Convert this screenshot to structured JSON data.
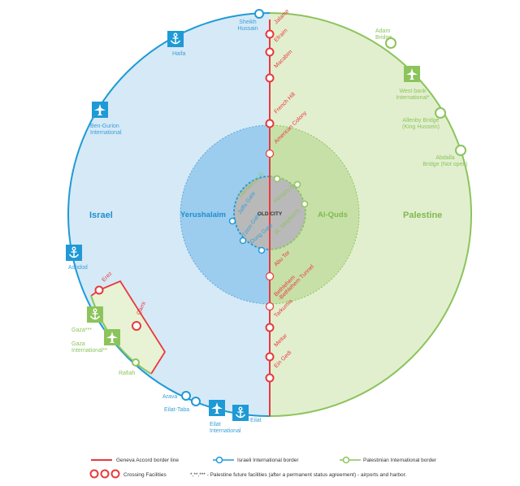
{
  "colors": {
    "israel_fill": "#d6e9f7",
    "israel_core": "#9ccdee",
    "palestine_fill": "#e2efcf",
    "palestine_core": "#c7e0a8",
    "blue_line": "#1f9ad6",
    "green_line": "#8cc45c",
    "red_line": "#e8393b",
    "old_city": "#b9b9b9"
  },
  "regions": {
    "israel": "Israel",
    "palestine": "Palestine",
    "yerushalaim": "Yerushalaim",
    "al_quds": "Al-Quds",
    "old_city": "OLD CITY"
  },
  "israel_sites": [
    {
      "id": "sheikh-hussain",
      "label": "Sheikh\nHussain",
      "kind": "stop"
    },
    {
      "id": "haifa",
      "label": "Haifa",
      "kind": "harbor"
    },
    {
      "id": "ben-gurion",
      "label": "Ben-Gurion\nInternational",
      "kind": "airport"
    },
    {
      "id": "ashdod",
      "label": "Ashdod",
      "kind": "harbor"
    },
    {
      "id": "arava",
      "label": "Arava",
      "kind": "stop"
    },
    {
      "id": "eilat-taba",
      "label": "Eilat-Taba",
      "kind": "stop"
    },
    {
      "id": "eilat-international",
      "label": "Eilat\nInternational",
      "kind": "airport"
    },
    {
      "id": "eilat",
      "label": "Eilat",
      "kind": "harbor"
    }
  ],
  "palestine_sites": [
    {
      "id": "adam-bridge",
      "label": "Adam\nBridge",
      "kind": "stop"
    },
    {
      "id": "west-bank-international",
      "label": "West bank\nInternational*",
      "kind": "airport"
    },
    {
      "id": "allenby-bridge",
      "label": "Allenby Bridge\n(King Hussein)",
      "kind": "stop"
    },
    {
      "id": "abdalla-bridge",
      "label": "Abdalla\nBridge (Not open)",
      "kind": "stop"
    },
    {
      "id": "gaza",
      "label": "Gaza***",
      "kind": "harbor"
    },
    {
      "id": "gaza-international",
      "label": "Gaza\nInternational**",
      "kind": "airport"
    },
    {
      "id": "rafiah",
      "label": "Rafiah",
      "kind": "stop"
    }
  ],
  "crossings_north": [
    "Jalame",
    "Efraim",
    "Macabim",
    "French Hill",
    "American Colony"
  ],
  "crossings_south": [
    "Abu Tor",
    "Bethlehem\n-Bethlehem Tunnel",
    "Tarkumia",
    "Meitar",
    "Ein Gedi"
  ],
  "gaza_crossings": [
    "Erez",
    "Qarni"
  ],
  "jerusalem_gates_blue": [
    "Jaffa Gate",
    "Tzion Gate",
    "Dung Gate"
  ],
  "jerusalem_gates_green": [
    "Damascus G.",
    "Herod's G.",
    "St. Stephen's"
  ],
  "legend": {
    "geneva": "Geneva Accord border line",
    "israeli": "Israeli International border",
    "palestinian": "Palestinian International border",
    "crossing": "Crossing Facilities",
    "note": "*,**,*** - Palestine future facilities (after a permanent status agreement) - airports and harbor."
  }
}
